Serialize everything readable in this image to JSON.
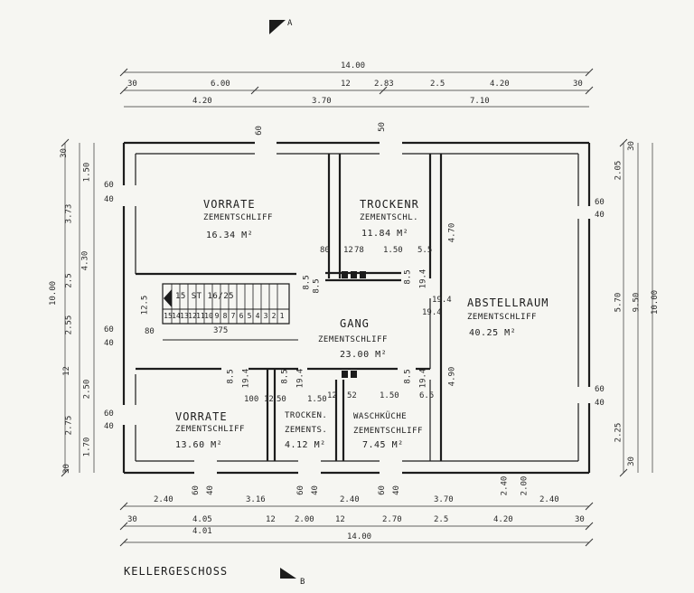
{
  "section_marks": {
    "top": "A",
    "bottom": "B"
  },
  "rooms": {
    "vorrate_top": {
      "name": "VORRATE",
      "floor": "ZEMENTSCHLIFF",
      "area": "16.34 M²"
    },
    "trockenr": {
      "name": "TROCKENR",
      "floor": "ZEMENTSCHL.",
      "area": "11.84 M²"
    },
    "abstellraum": {
      "name": "ABSTELLRAUM",
      "floor": "ZEMENTSCHLIFF",
      "area": "40.25 M²"
    },
    "gang": {
      "name": "GANG",
      "floor": "ZEMENTSCHLIFF",
      "area": "23.00 M²"
    },
    "vorrate_bottom": {
      "name": "VORRATE",
      "floor": "ZEMENTSCHLIFF",
      "area": "13.60 M²"
    },
    "trocken_bottom": {
      "name": "TROCKEN.",
      "floor": "ZEMENTS.",
      "area": "4.12 M²"
    },
    "waschkuche": {
      "name": "WASCHKÜCHE",
      "floor": "ZEMENTSCHLIFF",
      "area": "7.45 M²"
    }
  },
  "stair": {
    "label": "15 ST 16/25",
    "steps": [
      "15",
      "14",
      "13",
      "12",
      "11",
      "10",
      "9",
      "8",
      "7",
      "6",
      "5",
      "4",
      "3",
      "2",
      "1"
    ],
    "run": "375"
  },
  "dimensions": {
    "top_total": "14.00",
    "top_row1": [
      "30",
      "6.00",
      "12",
      "2.83",
      "2.5",
      "4.20",
      "30"
    ],
    "top_row2": [
      "4.20",
      "3.70",
      "7.10"
    ],
    "bottom_total": "14.00",
    "bottom_row1": [
      "2.40",
      "60",
      "40",
      "3.16",
      "60",
      "40",
      "2.40",
      "60",
      "40",
      "3.70",
      "2.40",
      "2.00",
      "2.40"
    ],
    "bottom_row2": [
      "30",
      "4.05",
      "12",
      "2.00",
      "12",
      "2.70",
      "2.5",
      "4.20",
      "30"
    ],
    "bottom_row3": "4.01",
    "left_total": "10.00",
    "left_sub": "4.30",
    "left_chain": [
      "30",
      "1.50",
      "3.73",
      "2.5",
      "2.55",
      "12",
      "2.50",
      "2.75",
      "1.70",
      "30"
    ],
    "right_total": "10.00",
    "right_sub": "9.50",
    "right_chain": [
      "30",
      "2.05",
      "5.70",
      "2.25",
      "30"
    ],
    "openings_left": [
      "60",
      "40",
      "60",
      "40",
      "60",
      "40"
    ],
    "openings_right": [
      "60",
      "40",
      "60",
      "40"
    ],
    "top_openings": [
      "60",
      "50"
    ],
    "interior": [
      "80",
      "12",
      "78",
      "1.50",
      "5.5",
      "4.70",
      "8.5",
      "19.4",
      "8.5",
      "8.5",
      "19.4",
      "80",
      "12.5",
      "8.5",
      "19.4",
      "100",
      "12",
      "50",
      "8.5",
      "19.4",
      "1.50",
      "12",
      "52",
      "8.5",
      "19.4",
      "1.50",
      "6.5",
      "4.90",
      "19.4"
    ]
  },
  "plan_title": "KELLERGESCHOSS"
}
